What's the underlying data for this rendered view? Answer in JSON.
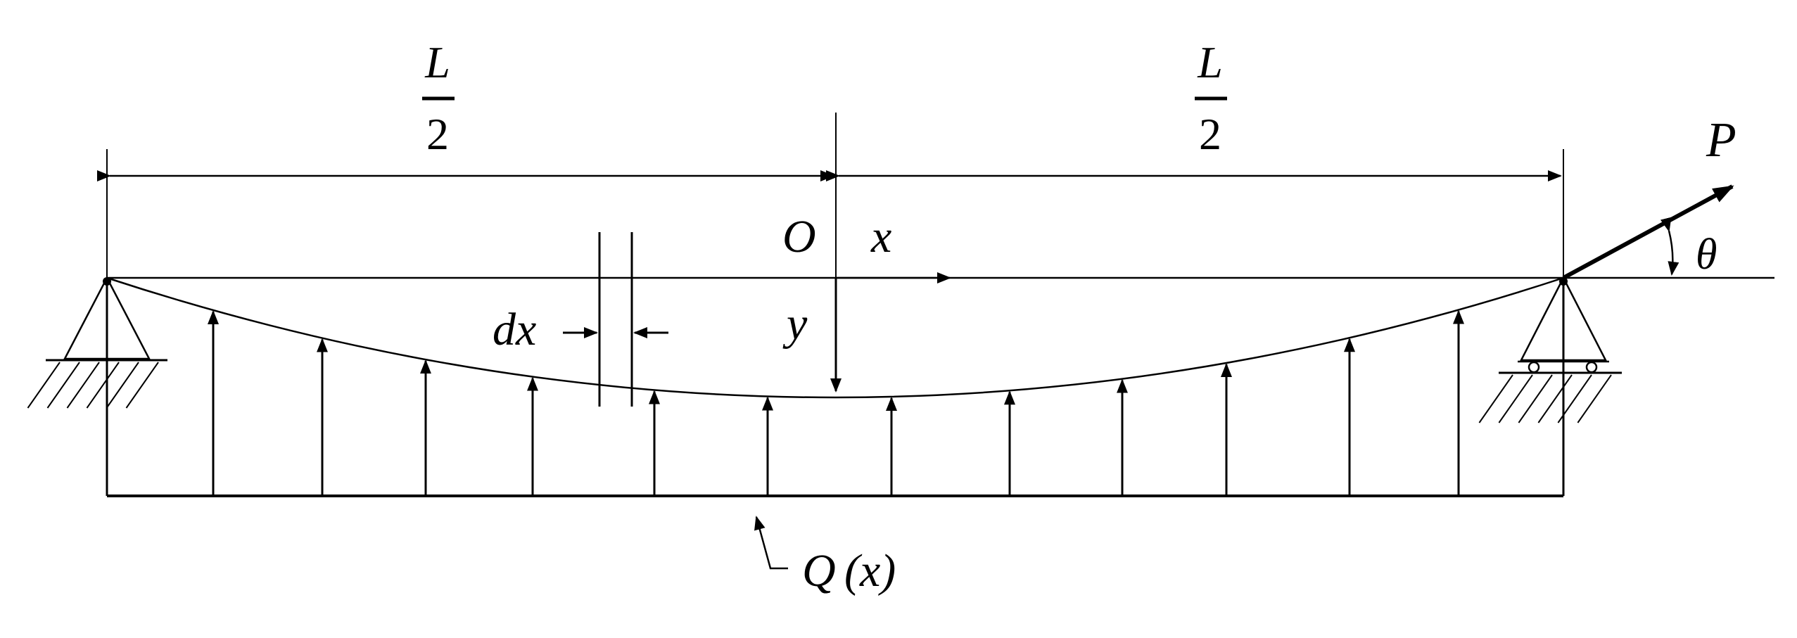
{
  "labels": {
    "half_length_left": "L",
    "half_length_left_den": "2",
    "half_length_right": "L",
    "half_length_right_den": "2",
    "force": "P",
    "angle": "θ",
    "origin": "O",
    "x_axis": "x",
    "y_axis": "y",
    "element": "dx",
    "load_name": "Q",
    "load_arg": "(x)"
  },
  "colors": {
    "ink": "#000000",
    "background": "#ffffff"
  }
}
